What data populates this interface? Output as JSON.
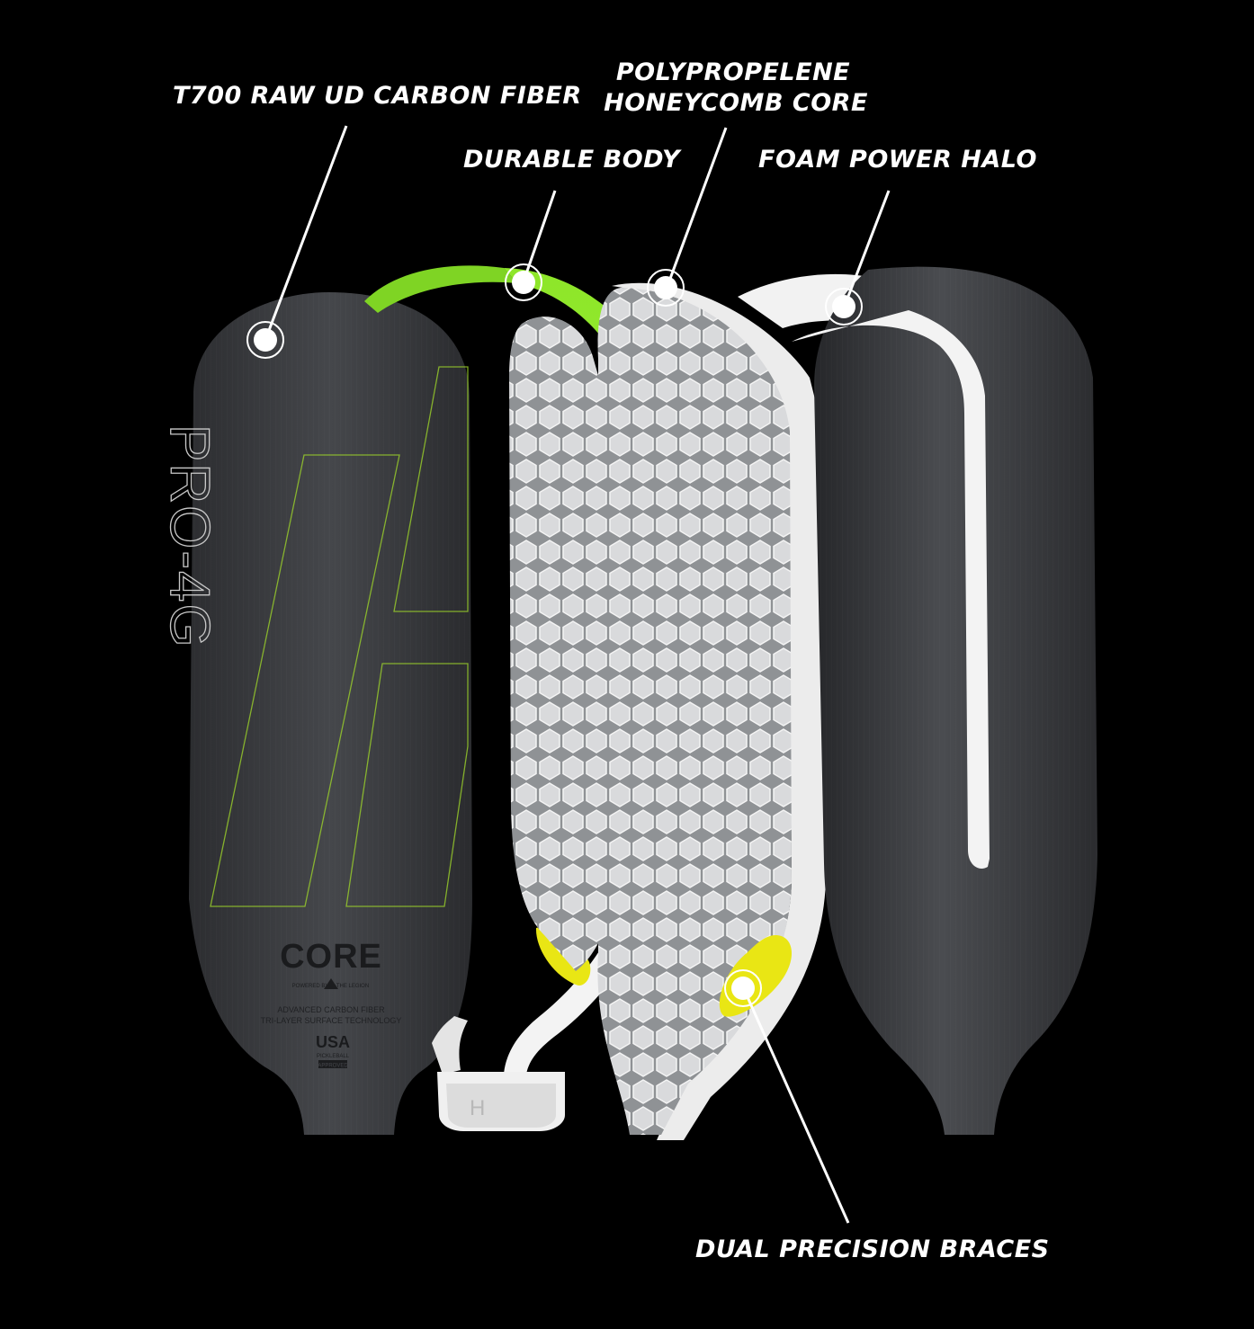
{
  "callouts": {
    "carbon_fiber": "T700 RAW UD CARBON FIBER",
    "core_line1": "POLYPROPELENE",
    "core_line2": "HONEYCOMB CORE",
    "durable_body": "DURABLE BODY",
    "foam_halo": "FOAM POWER HALO",
    "braces": "DUAL PRECISION BRACES"
  },
  "paddle_face": {
    "model": "PRO-4G",
    "brand": "CORE",
    "powered_by": "POWERED BY",
    "partner": "THE LEGION",
    "tagline_1": "ADVANCED CARBON FIBER",
    "tagline_2": "TRI-LAYER SURFACE TECHNOLOGY",
    "origin": "USA",
    "approval_1": "PICKLEBALL",
    "approval_2": "APPROVED"
  },
  "colors": {
    "background": "#000000",
    "carbon": "#3a3b3e",
    "accent_green": "#8ee62a",
    "brace_yellow": "#e9e614",
    "foam_white": "#f2f2f2"
  }
}
